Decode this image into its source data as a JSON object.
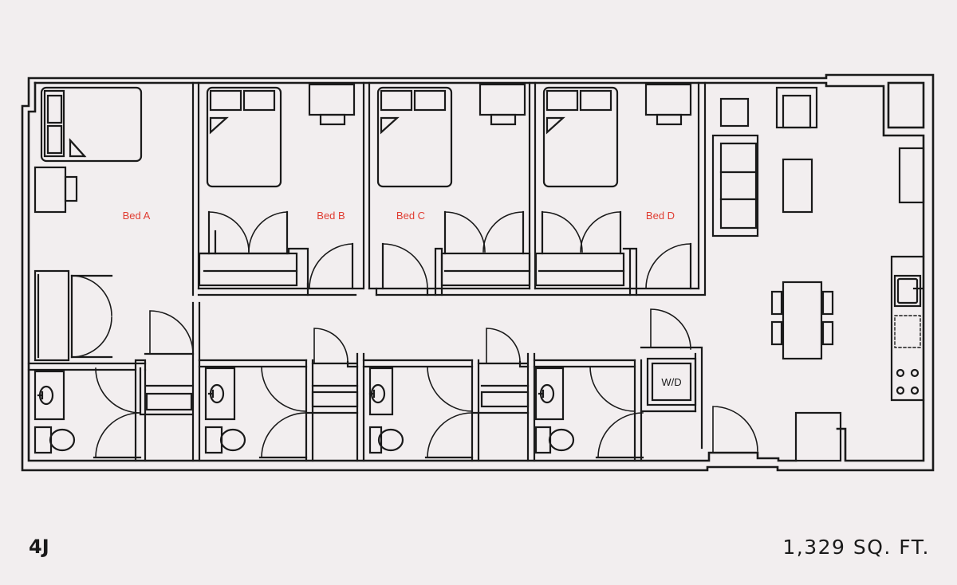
{
  "plan": {
    "unit": "4J",
    "area": "1,329 SQ. FT.",
    "room_labels": {
      "bed_a": "Bed A",
      "bed_b": "Bed B",
      "bed_c": "Bed C",
      "bed_d": "Bed D"
    },
    "washer_dryer": "W/D",
    "colors": {
      "background": "#f2eeef",
      "line": "#1a1a1a",
      "room_label": "#e03c31"
    }
  }
}
